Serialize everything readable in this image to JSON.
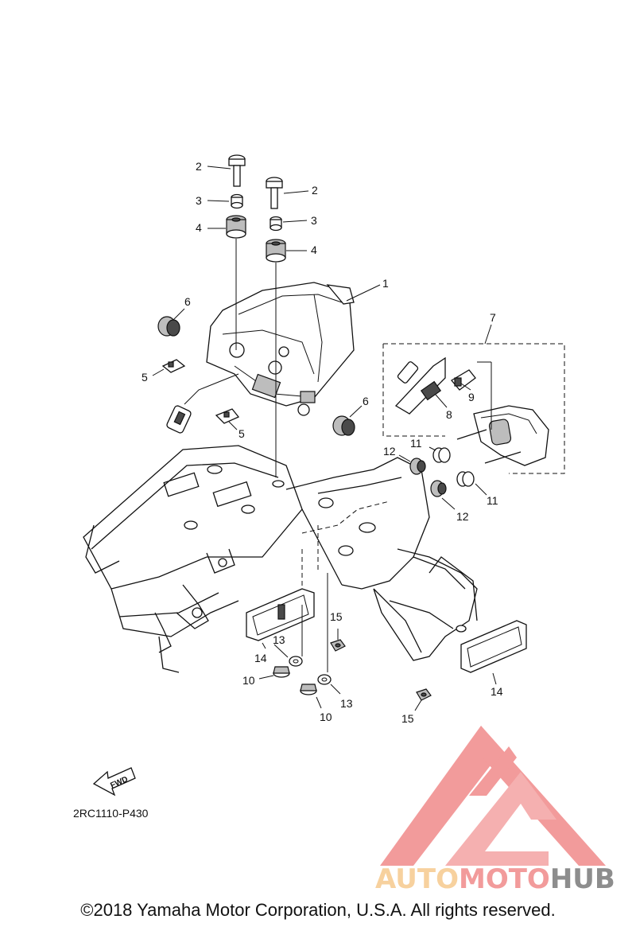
{
  "diagram": {
    "ref_code": "2RC1110-P430",
    "fwd_label": "FWD",
    "copyright": "©2018 Yamaha Motor Corporation, U.S.A. All rights reserved."
  },
  "callouts": [
    {
      "label": "1"
    },
    {
      "label": "2"
    },
    {
      "label": "2"
    },
    {
      "label": "3"
    },
    {
      "label": "3"
    },
    {
      "label": "4"
    },
    {
      "label": "4"
    },
    {
      "label": "5"
    },
    {
      "label": "5"
    },
    {
      "label": "6"
    },
    {
      "label": "6"
    },
    {
      "label": "7"
    },
    {
      "label": "8"
    },
    {
      "label": "9"
    },
    {
      "label": "10"
    },
    {
      "label": "10"
    },
    {
      "label": "11"
    },
    {
      "label": "11"
    },
    {
      "label": "12"
    },
    {
      "label": "12"
    },
    {
      "label": "13"
    },
    {
      "label": "13"
    },
    {
      "label": "14"
    },
    {
      "label": "14"
    },
    {
      "label": "15"
    },
    {
      "label": "15"
    }
  ],
  "watermark": {
    "part1": "AUTO",
    "part2": "MOTO",
    "part3": "HUB",
    "color_light": "#f6c98e",
    "color_mid": "#f08a8a",
    "color_dark": "#7a7a7a"
  }
}
